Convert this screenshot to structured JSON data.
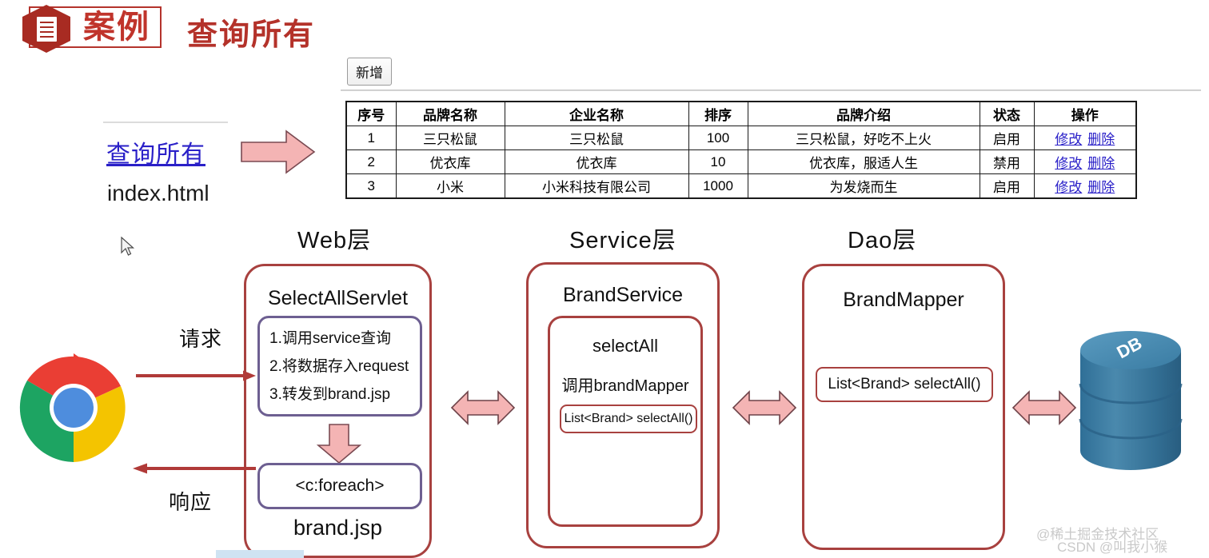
{
  "header": {
    "badge_label": "案例",
    "badge_icon": "document-hexagon-icon",
    "title": "查询所有"
  },
  "browser_page": {
    "add_button_label": "新增",
    "table": {
      "columns": [
        "序号",
        "品牌名称",
        "企业名称",
        "排序",
        "品牌介绍",
        "状态",
        "操作"
      ],
      "rows": [
        {
          "index": "1",
          "brand": "三只松鼠",
          "company": "三只松鼠",
          "ordernum": "100",
          "description": "三只松鼠，好吃不上火",
          "status": "启用",
          "edit": "修改",
          "delete": "删除"
        },
        {
          "index": "2",
          "brand": "优衣库",
          "company": "优衣库",
          "ordernum": "10",
          "description": "优衣库，服适人生",
          "status": "禁用",
          "edit": "修改",
          "delete": "删除"
        },
        {
          "index": "3",
          "brand": "小米",
          "company": "小米科技有限公司",
          "ordernum": "1000",
          "description": "为发烧而生",
          "status": "启用",
          "edit": "修改",
          "delete": "删除"
        }
      ]
    }
  },
  "entry": {
    "link_label": "查询所有",
    "file_label": "index.html"
  },
  "flow": {
    "request_label": "请求",
    "response_label": "响应"
  },
  "layers": {
    "web": {
      "caption": "Web层",
      "class_name": "SelectAllServlet",
      "steps": [
        "1.调用service查询",
        "2.将数据存入request",
        "3.转发到brand.jsp"
      ],
      "view_tag": "<c:foreach>",
      "view_file": "brand.jsp"
    },
    "service": {
      "caption": "Service层",
      "class_name": "BrandService",
      "method_name": "selectAll",
      "call_label": "调用brandMapper",
      "signature": "List<Brand> selectAll()"
    },
    "dao": {
      "caption": "Dao层",
      "class_name": "BrandMapper",
      "signature": "List<Brand> selectAll()"
    }
  },
  "database": {
    "label": "DB"
  },
  "watermark": {
    "line1": "@稀土掘金技术社区",
    "line2": "CSDN @叫我小猴"
  },
  "colors": {
    "brand_red": "#b4332c",
    "box_red": "#a8413f",
    "inner_purple": "#6d5f91",
    "link_blue": "#2a20c8",
    "arrow_pink": "#f6b8b8",
    "db_blue": "#3d7ea6"
  }
}
